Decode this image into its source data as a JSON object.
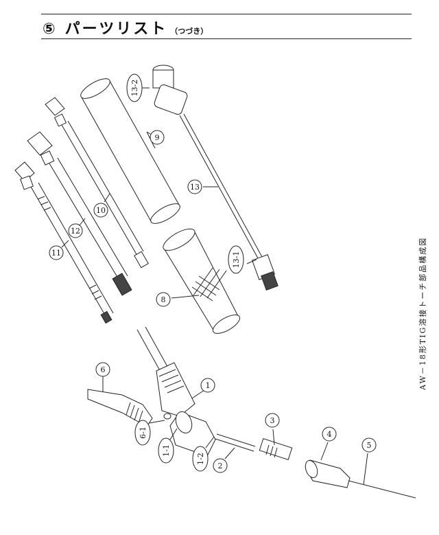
{
  "header": {
    "number": "⑤",
    "title": "パーツリスト",
    "subtitle": "（つづき）"
  },
  "caption": "AW－18形TIG溶接トーチ部品構成図",
  "labels": [
    "1",
    "1-1",
    "1-2",
    "2",
    "3",
    "4",
    "5",
    "6",
    "6-1",
    "8",
    "9",
    "10",
    "11",
    "12",
    "13",
    "13-1",
    "13-2"
  ]
}
